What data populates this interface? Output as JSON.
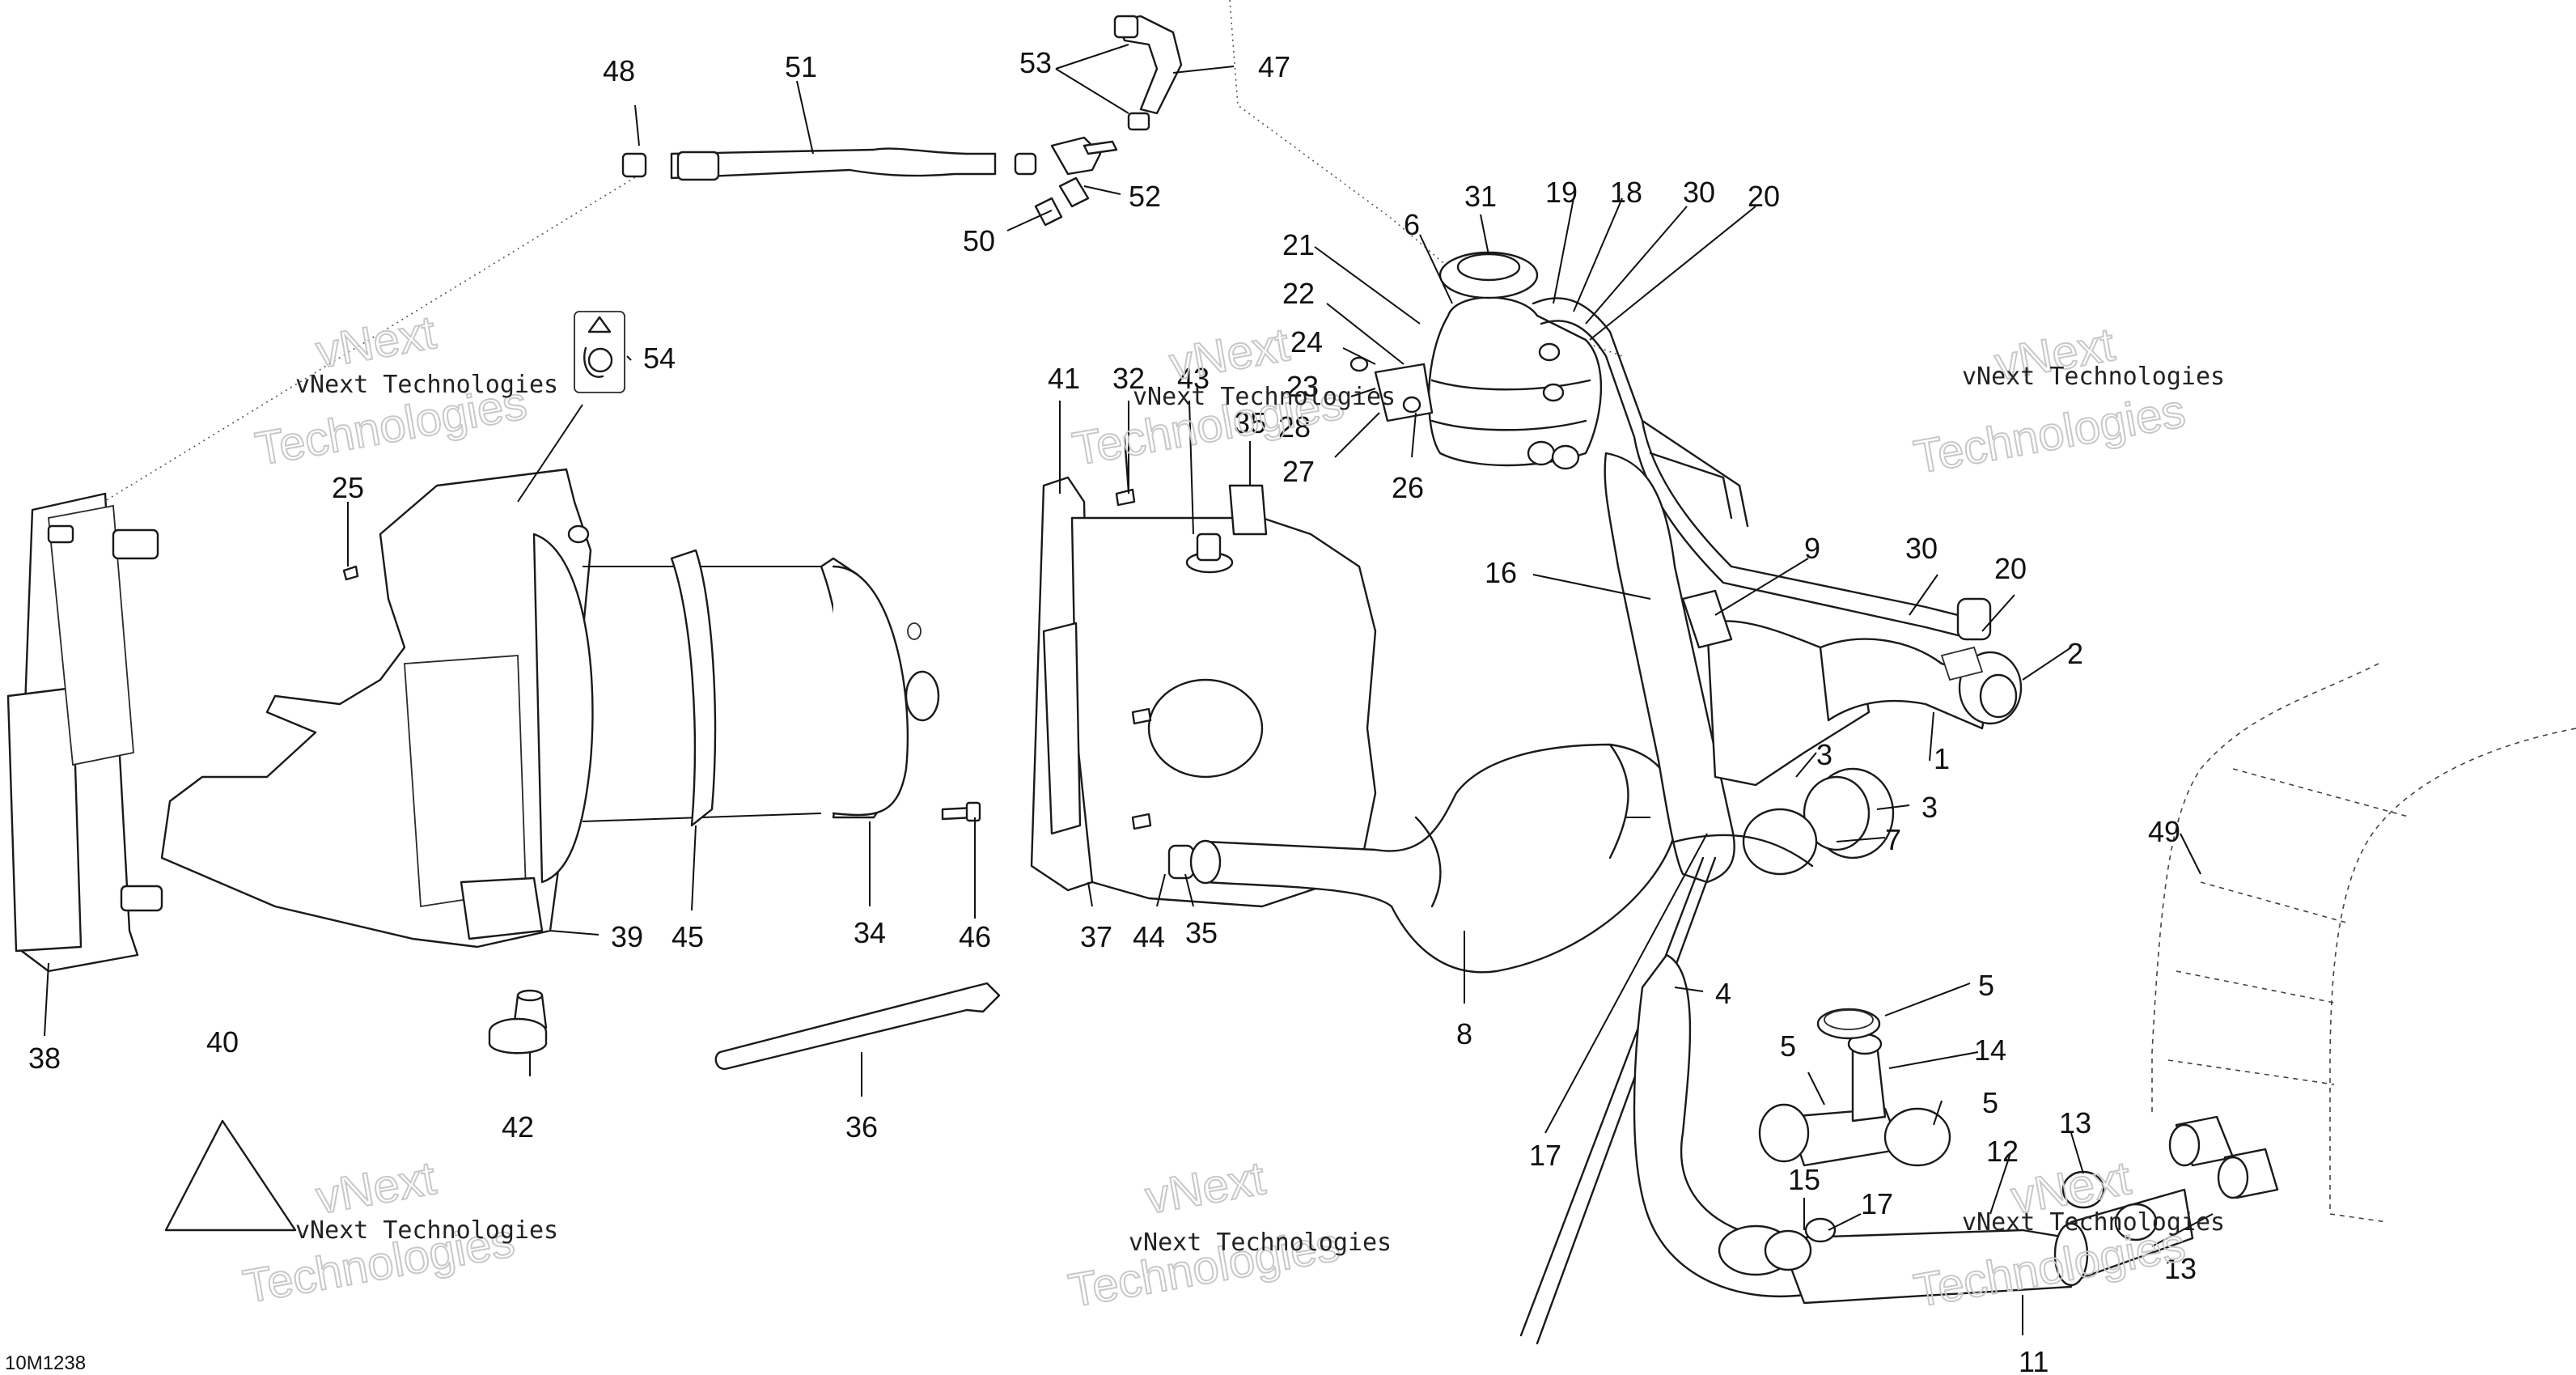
{
  "figure": {
    "code": "10M1238"
  },
  "callouts": [
    {
      "id": "c1",
      "text": "1"
    },
    {
      "id": "c2",
      "text": "2"
    },
    {
      "id": "c3a",
      "text": "3"
    },
    {
      "id": "c3b",
      "text": "3"
    },
    {
      "id": "c4",
      "text": "4"
    },
    {
      "id": "c5a",
      "text": "5"
    },
    {
      "id": "c5b",
      "text": "5"
    },
    {
      "id": "c5c",
      "text": "5"
    },
    {
      "id": "c6",
      "text": "6"
    },
    {
      "id": "c7",
      "text": "7"
    },
    {
      "id": "c8",
      "text": "8"
    },
    {
      "id": "c9",
      "text": "9"
    },
    {
      "id": "c11",
      "text": "11"
    },
    {
      "id": "c12",
      "text": "12"
    },
    {
      "id": "c13a",
      "text": "13"
    },
    {
      "id": "c13b",
      "text": "13"
    },
    {
      "id": "c14",
      "text": "14"
    },
    {
      "id": "c15",
      "text": "15"
    },
    {
      "id": "c16",
      "text": "16"
    },
    {
      "id": "c17a",
      "text": "17"
    },
    {
      "id": "c17b",
      "text": "17"
    },
    {
      "id": "c18",
      "text": "18"
    },
    {
      "id": "c19",
      "text": "19"
    },
    {
      "id": "c20a",
      "text": "20"
    },
    {
      "id": "c20b",
      "text": "20"
    },
    {
      "id": "c21",
      "text": "21"
    },
    {
      "id": "c22",
      "text": "22"
    },
    {
      "id": "c23",
      "text": "23"
    },
    {
      "id": "c24",
      "text": "24"
    },
    {
      "id": "c25",
      "text": "25"
    },
    {
      "id": "c26",
      "text": "26"
    },
    {
      "id": "c27",
      "text": "27"
    },
    {
      "id": "c28",
      "text": "28"
    },
    {
      "id": "c30a",
      "text": "30"
    },
    {
      "id": "c30b",
      "text": "30"
    },
    {
      "id": "c31",
      "text": "31"
    },
    {
      "id": "c32",
      "text": "32"
    },
    {
      "id": "c34",
      "text": "34"
    },
    {
      "id": "c35a",
      "text": "35"
    },
    {
      "id": "c35b",
      "text": "35"
    },
    {
      "id": "c36",
      "text": "36"
    },
    {
      "id": "c37",
      "text": "37"
    },
    {
      "id": "c38",
      "text": "38"
    },
    {
      "id": "c39",
      "text": "39"
    },
    {
      "id": "c40",
      "text": "40"
    },
    {
      "id": "c41",
      "text": "41"
    },
    {
      "id": "c42",
      "text": "42"
    },
    {
      "id": "c43",
      "text": "43"
    },
    {
      "id": "c44",
      "text": "44"
    },
    {
      "id": "c45",
      "text": "45"
    },
    {
      "id": "c46",
      "text": "46"
    },
    {
      "id": "c47",
      "text": "47"
    },
    {
      "id": "c48",
      "text": "48"
    },
    {
      "id": "c49",
      "text": "49"
    },
    {
      "id": "c50",
      "text": "50"
    },
    {
      "id": "c51",
      "text": "51"
    },
    {
      "id": "c52",
      "text": "52"
    },
    {
      "id": "c53",
      "text": "53"
    },
    {
      "id": "c54",
      "text": "54"
    }
  ],
  "watermark": {
    "company": "vNext Technologies",
    "word1": "vNext",
    "word2": "Technologies"
  }
}
